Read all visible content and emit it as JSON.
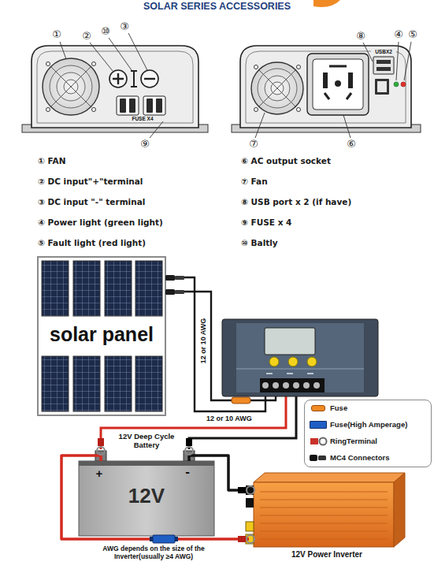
{
  "diagram": {
    "title": "SOLAR SERIES ACCESSORIES",
    "nodes": [
      {
        "text": [
          "solar panel"
        ]
      },
      {
        "text": [
          "12V Deep Cycle Battery",
          "+",
          "-",
          "12V"
        ]
      },
      {
        "text": [
          "12V Power Inverter"
        ]
      }
    ],
    "edges": [
      {
        "from": 1,
        "to": 2,
        "arrow": "none"
      },
      {
        "from": 1,
        "to": 2,
        "arrow": "none",
        "label": "AWG depends on the size of the Inverter(usually ≥4 AWG)"
      }
    ],
    "labels": [
      "①",
      "②",
      "⑩",
      "③",
      "FUSE X4",
      "⑨",
      "⑧",
      "USBX2",
      "④",
      "⑤",
      "⑦",
      "⑥",
      "① FAN",
      "② DC input\"+\"terminal",
      "③ DC input \"-\" terminal",
      "④ Power light (green light)",
      "⑤ Fault light (red light)",
      "⑥ AC output socket",
      "⑦ Fan",
      "⑧ USB port x 2 (if have)",
      "⑨ FUSE x 4",
      "⑩ Baltly",
      "12 or 10 AWG",
      "12 or 10 AWG"
    ],
    "legend": [
      {
        "text": "Fuse",
        "color": "#f08a24"
      },
      {
        "text": "Fuse(High Amperage)",
        "color": "#1f5fc4"
      },
      {
        "text": "RingTerminal"
      },
      {
        "text": "MC4 Connectors"
      }
    ]
  }
}
